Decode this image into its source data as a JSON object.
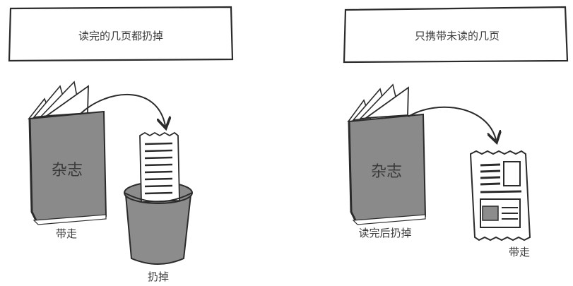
{
  "left_panel": {
    "caption": "读完的几页都扔掉",
    "magazine_label": "杂志",
    "keep_label": "带走",
    "discard_label": "扔掉"
  },
  "right_panel": {
    "caption": "只携带未读的几页",
    "magazine_label": "杂志",
    "discard_label": "读完后扔掉",
    "keep_label": "带走"
  },
  "colors": {
    "ink": "#2b2b2b",
    "magazine_fill": "#8a8a8a",
    "bin_fill": "#8c8c8c",
    "page_fill": "#ffffff"
  },
  "icons": [
    "magazine-icon",
    "torn-page-icon",
    "trash-bin-icon",
    "curved-arrow-icon",
    "article-page-icon"
  ]
}
